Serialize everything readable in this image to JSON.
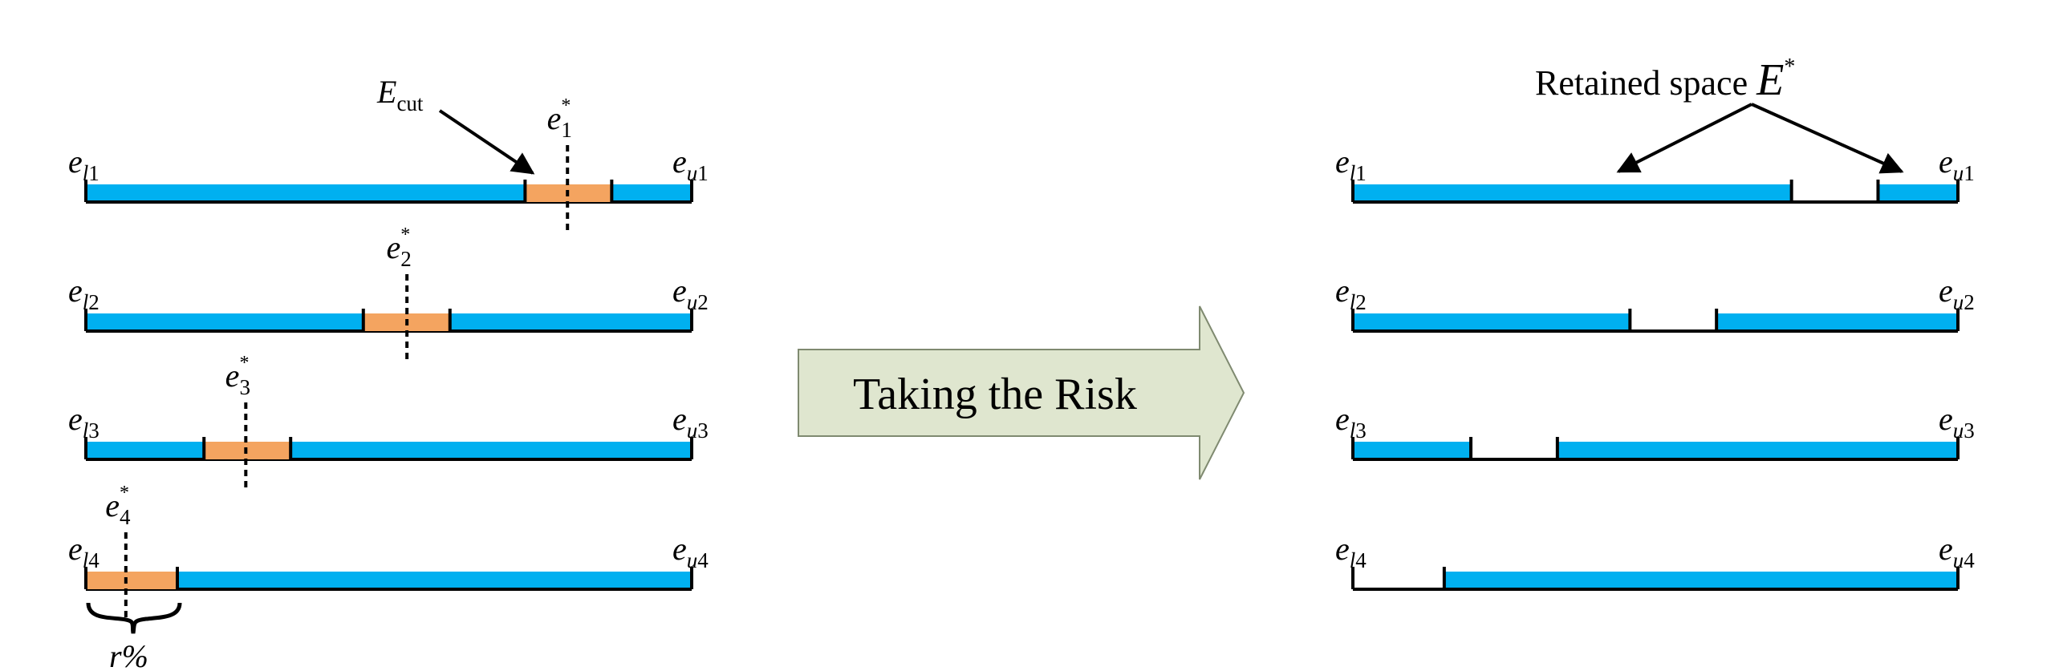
{
  "colors": {
    "bar": "#00b0f0",
    "cut": "#f4a460",
    "arrow_fill": "#dfe6cf",
    "arrow_stroke": "#7f8a70",
    "line": "#000000"
  },
  "left_panel": {
    "rows": [
      {
        "lower_base": "e",
        "lower_sub": "l",
        "lower_idx": "1",
        "upper_base": "e",
        "upper_sub": "u",
        "upper_idx": "1",
        "star_base": "e",
        "star_idx": "1",
        "star_mark": "*",
        "cut_start": 0.725,
        "cut_end": 0.868,
        "star_pos": 0.795
      },
      {
        "lower_base": "e",
        "lower_sub": "l",
        "lower_idx": "2",
        "upper_base": "e",
        "upper_sub": "u",
        "upper_idx": "2",
        "star_base": "e",
        "star_idx": "2",
        "star_mark": "*",
        "cut_start": 0.458,
        "cut_end": 0.601,
        "star_pos": 0.53
      },
      {
        "lower_base": "e",
        "lower_sub": "l",
        "lower_idx": "3",
        "upper_base": "e",
        "upper_sub": "u",
        "upper_idx": "3",
        "star_base": "e",
        "star_idx": "3",
        "star_mark": "*",
        "cut_start": 0.195,
        "cut_end": 0.338,
        "star_pos": 0.264
      },
      {
        "lower_base": "e",
        "lower_sub": "l",
        "lower_idx": "4",
        "upper_base": "e",
        "upper_sub": "u",
        "upper_idx": "4",
        "star_base": "e",
        "star_idx": "4",
        "star_mark": "*",
        "cut_start": 0.0,
        "cut_end": 0.151,
        "star_pos": 0.066
      }
    ],
    "ecut": {
      "base": "E",
      "sub": "cut"
    },
    "brace_label": "r%"
  },
  "center_arrow": {
    "label": "Taking the Risk"
  },
  "right_panel": {
    "title": {
      "text": "Retained space ",
      "var": "E",
      "mark": "*"
    },
    "rows": [
      {
        "lower_base": "e",
        "lower_sub": "l",
        "lower_idx": "1",
        "upper_base": "e",
        "upper_sub": "u",
        "upper_idx": "1",
        "gap_start": 0.725,
        "gap_end": 0.868
      },
      {
        "lower_base": "e",
        "lower_sub": "l",
        "lower_idx": "2",
        "upper_base": "e",
        "upper_sub": "u",
        "upper_idx": "2",
        "gap_start": 0.458,
        "gap_end": 0.601
      },
      {
        "lower_base": "e",
        "lower_sub": "l",
        "lower_idx": "3",
        "upper_base": "e",
        "upper_sub": "u",
        "upper_idx": "3",
        "gap_start": 0.195,
        "gap_end": 0.338
      },
      {
        "lower_base": "e",
        "lower_sub": "l",
        "lower_idx": "4",
        "upper_base": "e",
        "upper_sub": "u",
        "upper_idx": "4",
        "gap_start": 0.0,
        "gap_end": 0.151
      }
    ]
  }
}
